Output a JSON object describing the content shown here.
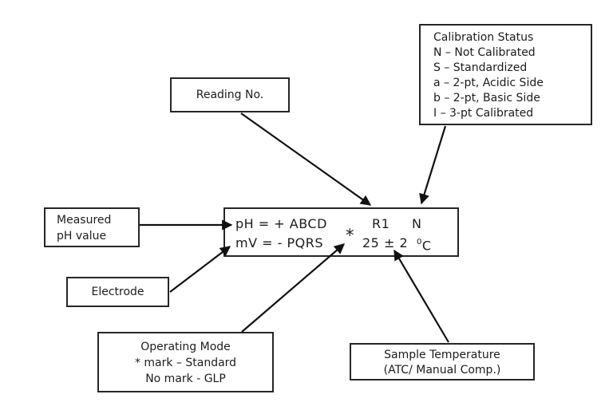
{
  "display": {
    "line1": {
      "text": "pH = + ABCD",
      "reading": "R1",
      "status": "N"
    },
    "line2": {
      "text": "mV = - PQRS",
      "mark": "*",
      "temperature": "25 ± 2",
      "unit_sup": "0",
      "unit_letter": "C"
    }
  },
  "callouts": {
    "reading_no": {
      "label": "Reading No."
    },
    "calibration": {
      "title": "Calibration Status",
      "items": [
        "N – Not Calibrated",
        "S – Standardized",
        "a – 2-pt, Acidic Side",
        "b – 2-pt, Basic Side",
        "I – 3-pt Calibrated"
      ]
    },
    "measured_ph": {
      "lines": [
        "Measured",
        "pH value"
      ]
    },
    "electrode": {
      "label": "Electrode"
    },
    "operating_mode": {
      "lines": [
        "Operating Mode",
        "* mark – Standard",
        "No mark - GLP"
      ]
    },
    "sample_temp": {
      "lines": [
        "Sample Temperature",
        "(ATC/ Manual Comp.)"
      ]
    }
  },
  "colors": {
    "ink": "#1c1c1c",
    "box_border": "#262626",
    "arrow": "#111111",
    "background": "#ffffff"
  }
}
